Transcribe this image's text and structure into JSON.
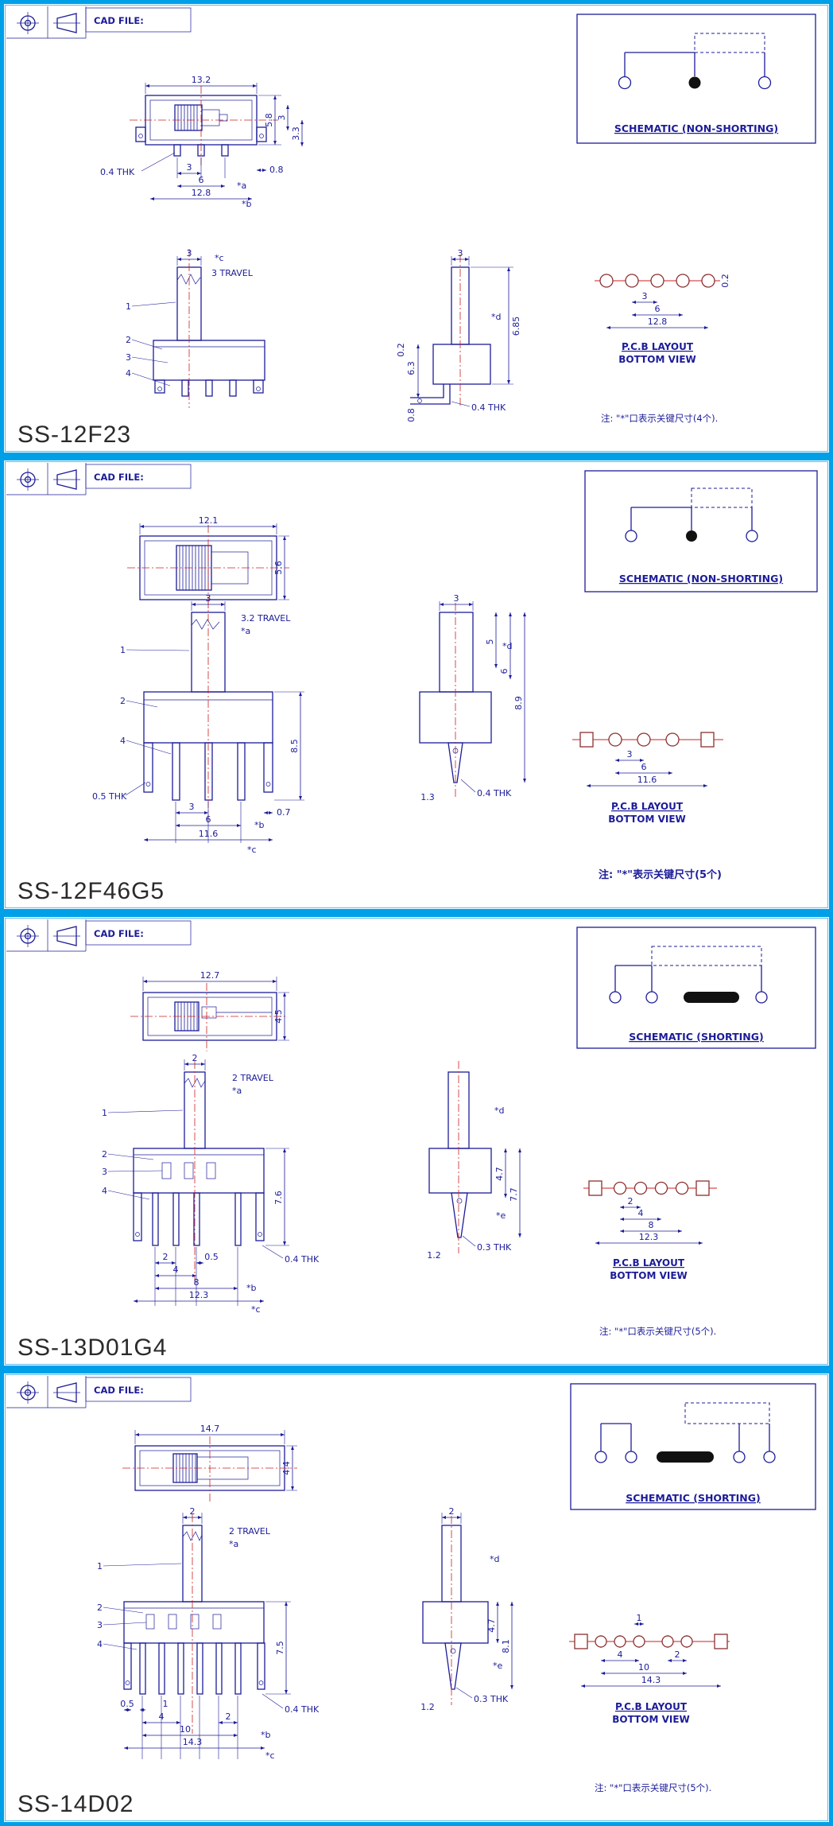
{
  "colors": {
    "frame": "#00a0e9",
    "line": "#1c1c99",
    "centerline": "#cc2222",
    "pad_outline": "#8b3030",
    "part_text": "#2a2a2a"
  },
  "panels": [
    {
      "part_number": "SS-12F23",
      "cad_file": "CAD FILE:",
      "schematic_label": "SCHEMATIC (NON-SHORTING)",
      "pcb_line1": "P.C.B LAYOUT",
      "pcb_line2": "BOTTOM VIEW",
      "note": "注: \"*\"口表示关键尺寸(4个).",
      "top": {
        "w": "13.2",
        "h": "5.8",
        "d1": "3",
        "d2": "3.3",
        "thk": "0.4 THK",
        "p1": "3",
        "p2": "6",
        "sa": "*a",
        "d3": "0.8",
        "w2": "12.8",
        "sb": "*b"
      },
      "front": {
        "t1": "3",
        "sc": "*c",
        "travel": "3 TRAVEL",
        "c1": "1",
        "c2": "2",
        "c3": "3",
        "c4": "4"
      },
      "side": {
        "t1": "3",
        "sd": "*d",
        "h": "6.85",
        "d1": "0.2",
        "d2": "6.3",
        "d3": "0.8",
        "thk": "0.4 THK"
      },
      "pcb": {
        "p1": "3",
        "p2": "6",
        "w": "12.8",
        "d1": "0.2"
      }
    },
    {
      "part_number": "SS-12F46G5",
      "cad_file": "CAD FILE:",
      "schematic_label": "SCHEMATIC (NON-SHORTING)",
      "pcb_line1": "P.C.B LAYOUT",
      "pcb_line2": "BOTTOM VIEW",
      "note": "注: \"*\"表示关键尺寸(5个)",
      "top": {
        "w": "12.1",
        "h": "5.6"
      },
      "front": {
        "t1": "3",
        "travel": "3.2 TRAVEL",
        "sa": "*a",
        "c1": "1",
        "c2": "2",
        "c4": "4",
        "h": "8.5",
        "thk": "0.5 THK",
        "p1": "3",
        "d1": "0.7",
        "p2": "6",
        "w": "11.6",
        "sb": "*b",
        "sc": "*c"
      },
      "side": {
        "t1": "3",
        "d1": "5",
        "sd": "*d",
        "d2": "6",
        "h": "8.9",
        "thk": "0.4 THK",
        "d3": "1.3"
      },
      "pcb": {
        "p1": "3",
        "p2": "6",
        "w": "11.6"
      }
    },
    {
      "part_number": "SS-13D01G4",
      "cad_file": "CAD FILE:",
      "schematic_label": "SCHEMATIC (SHORTING)",
      "pcb_line1": "P.C.B LAYOUT",
      "pcb_line2": "BOTTOM VIEW",
      "note": "注: \"*\"口表示关键尺寸(5个).",
      "top": {
        "w": "12.7",
        "h": "4.5"
      },
      "front": {
        "t1": "2",
        "travel": "2 TRAVEL",
        "sa": "*a",
        "c1": "1",
        "c2": "2",
        "c3": "3",
        "c4": "4",
        "h": "7.6",
        "p1": "2",
        "d1": "0.5",
        "p2": "4",
        "p3": "8",
        "w": "12.3",
        "sb": "*b",
        "sc": "*c",
        "thk": "0.4 THK"
      },
      "side": {
        "sd": "*d",
        "d1": "4.7",
        "h": "7.7",
        "se": "*e",
        "thk": "0.3 THK",
        "d2": "1.2"
      },
      "pcb": {
        "p1": "2",
        "p2": "4",
        "p3": "8",
        "w": "12.3"
      }
    },
    {
      "part_number": "SS-14D02",
      "cad_file": "CAD FILE:",
      "schematic_label": "SCHEMATIC (SHORTING)",
      "pcb_line1": "P.C.B LAYOUT",
      "pcb_line2": "BOTTOM VIEW",
      "note": "注: \"*\"口表示关键尺寸(5个).",
      "top": {
        "w": "14.7",
        "h": "4.4"
      },
      "front": {
        "t1": "2",
        "travel": "2 TRAVEL",
        "sa": "*a",
        "c1": "1",
        "c2": "2",
        "c3": "3",
        "c4": "4",
        "h": "7.5",
        "d1": "0.5",
        "p1": "1",
        "p2": "4",
        "p3": "2",
        "p4": "10",
        "w": "14.3",
        "sb": "*b",
        "sc": "*c",
        "thk": "0.4 THK"
      },
      "side": {
        "t1": "2",
        "d1": "4.7",
        "h": "8.1",
        "sd": "*d",
        "se": "*e",
        "thk": "0.3 THK",
        "d2": "1.2"
      },
      "pcb": {
        "p1": "1",
        "p2": "4",
        "p3": "2",
        "p4": "10",
        "w": "14.3"
      }
    }
  ]
}
